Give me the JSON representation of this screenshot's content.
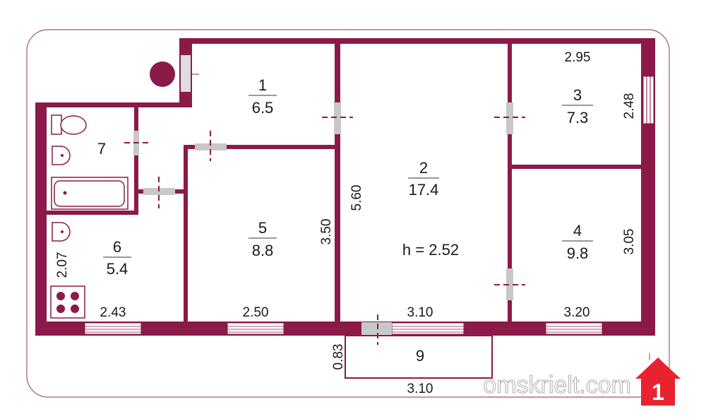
{
  "rooms": [
    {
      "number": "1",
      "area": "6.5"
    },
    {
      "number": "2",
      "area": "17.4"
    },
    {
      "number": "3",
      "area": "7.3"
    },
    {
      "number": "4",
      "area": "9.8"
    },
    {
      "number": "5",
      "area": "8.8"
    },
    {
      "number": "6",
      "area": "5.4"
    },
    {
      "number": "7",
      "area": ""
    },
    {
      "number": "9",
      "area": ""
    }
  ],
  "ceiling_height": "h = 2.52",
  "dimensions": {
    "room3_top": "2.95",
    "room3_side": "2.48",
    "room4_side": "3.05",
    "room4_bottom": "3.20",
    "room2_side": "5.60",
    "room2_bottom": "3.10",
    "room5_side": "3.50",
    "room5_bottom": "2.50",
    "room6_side": "2.07",
    "room6_bottom": "2.43",
    "balcony_side": "0.83",
    "balcony_bottom": "3.10"
  },
  "brand": {
    "text": "omskrielt.com",
    "badge": "1",
    "color": "#e8232f"
  },
  "colors": {
    "wall": "#8c1a48",
    "door": "#c8c8c8"
  }
}
